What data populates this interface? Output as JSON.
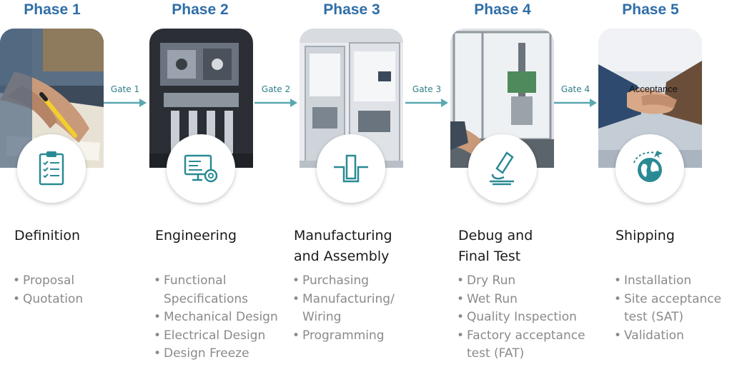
{
  "phases": [
    {
      "title": "Phase 1",
      "heading_lines": [
        "Definition"
      ],
      "items": [
        "Proposal",
        "Quotation"
      ],
      "photo": "writing-notes-photo",
      "icon": "clipboard-checklist-icon"
    },
    {
      "title": "Phase 2",
      "heading_lines": [
        "Engineering"
      ],
      "items": [
        "Functional Specifications",
        "Mechanical Design",
        "Electrical Design",
        "Design Freeze"
      ],
      "photo": "machinery-photo",
      "icon": "computer-gear-icon"
    },
    {
      "title": "Phase 3",
      "heading_lines": [
        "Manufacturing",
        "and Assembly"
      ],
      "items": [
        "Purchasing",
        "Manufacturing/ Wiring",
        "Programming"
      ],
      "photo": "cleanroom-assembly-photo",
      "icon": "assembly-well-icon"
    },
    {
      "title": "Phase 4",
      "heading_lines": [
        "Debug and",
        "Final Test"
      ],
      "items": [
        "Dry Run",
        "Wet Run",
        "Quality Inspection",
        "Factory acceptance test (FAT)"
      ],
      "photo": "test-station-photo",
      "icon": "microscope-icon"
    },
    {
      "title": "Phase 5",
      "heading_lines": [
        "Shipping"
      ],
      "items": [
        "Installation",
        "Site acceptance test (SAT)",
        "Validation"
      ],
      "photo": "handshake-photo",
      "icon": "globe-plane-icon"
    }
  ],
  "gates": [
    "Gate 1",
    "Gate 2",
    "Gate 3",
    "Gate 4"
  ],
  "acceptance_label": "Acceptance",
  "colors": {
    "phase_title": "#2f6ea8",
    "gate_arrow": "#5ba8b0",
    "icon_accent": "#2a8a94",
    "heading": "#1a1a1a",
    "list_text": "#8a8a8a"
  }
}
